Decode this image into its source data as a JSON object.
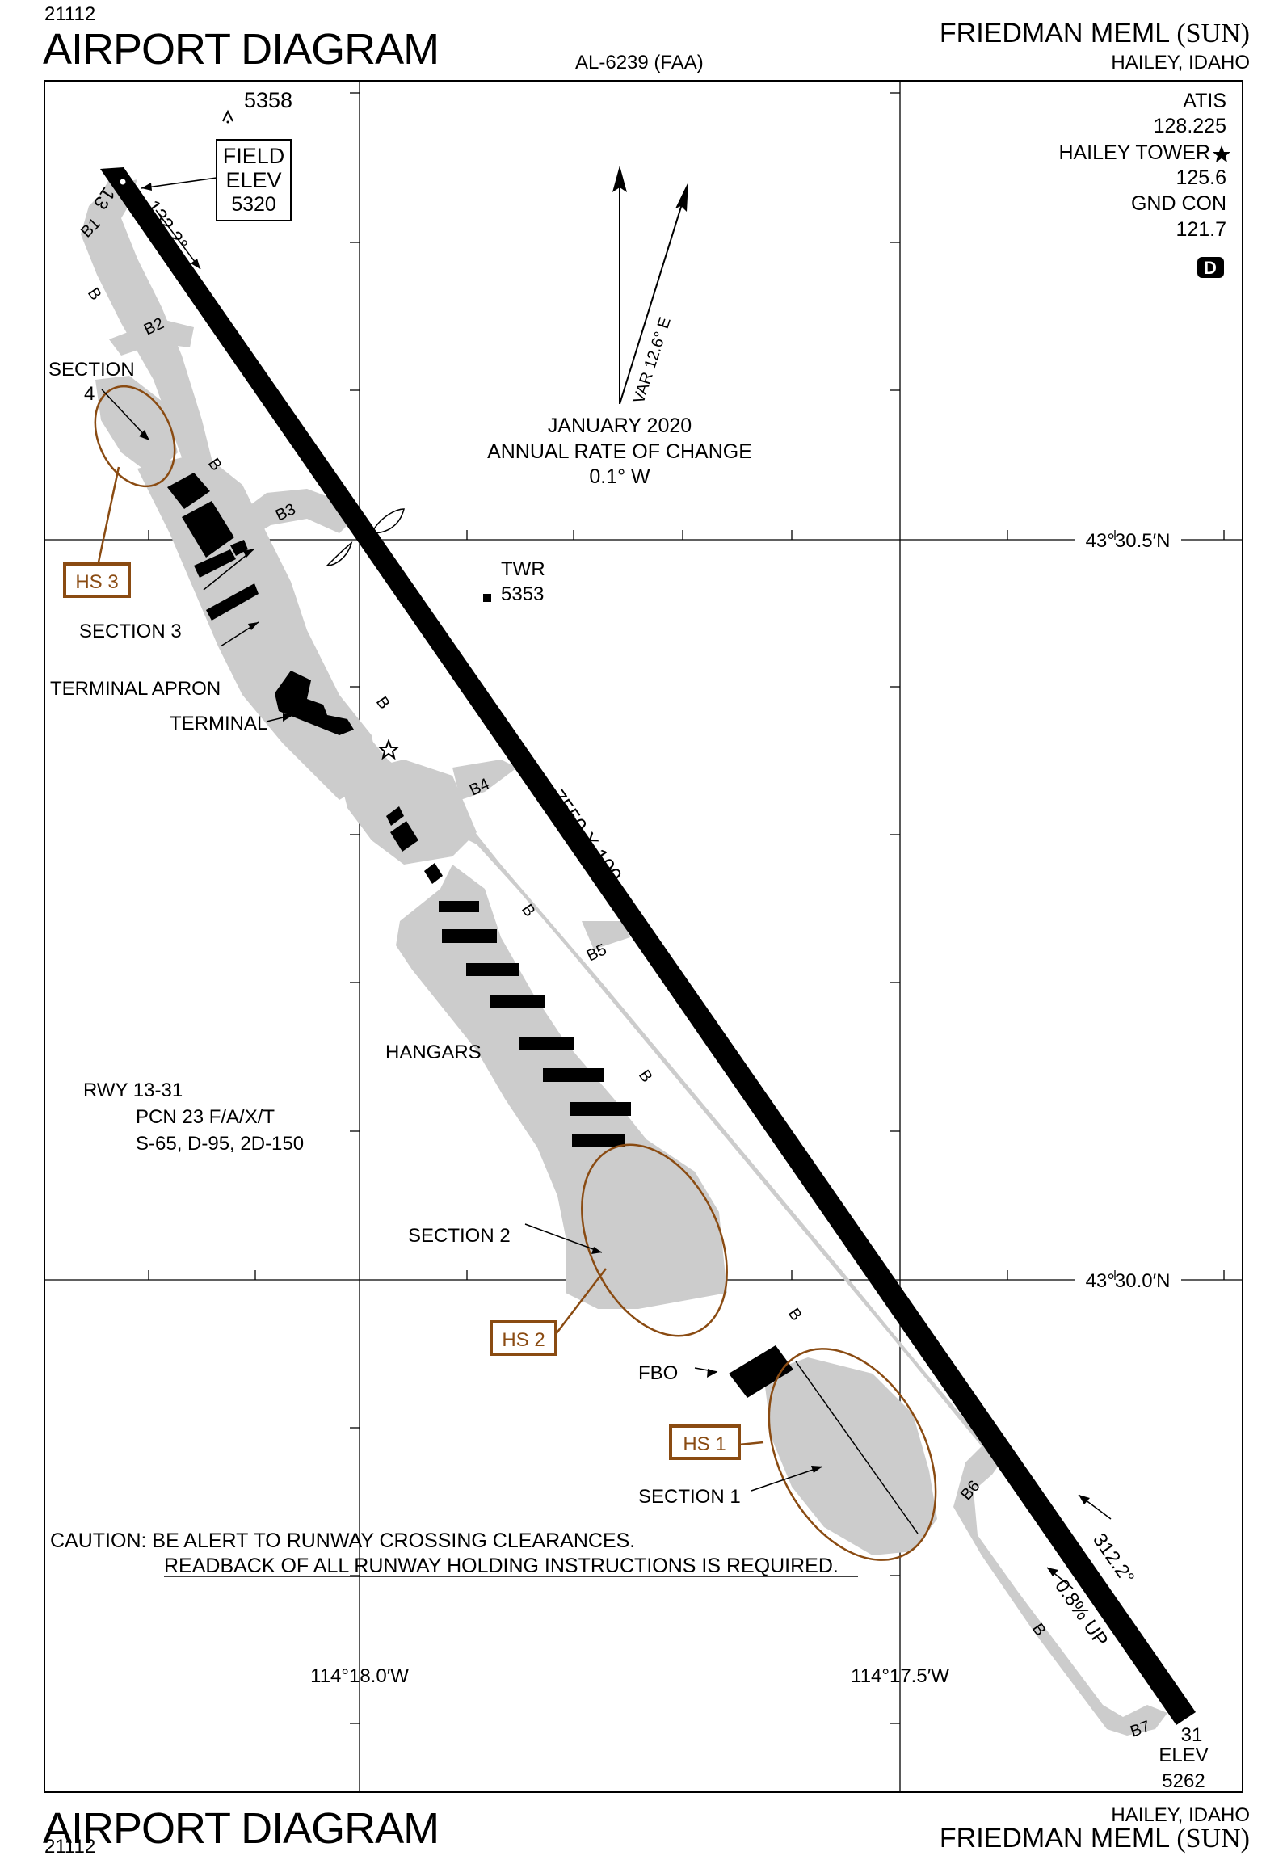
{
  "header": {
    "code": "21112",
    "title": "AIRPORT DIAGRAM",
    "airport_name": "FRIEDMAN MEML",
    "airport_id": "(SUN)",
    "city_state": "HAILEY, IDAHO",
    "procedure_id": "AL-6239 (FAA)"
  },
  "footer": {
    "code": "21112",
    "title": "AIRPORT DIAGRAM",
    "airport_name": "FRIEDMAN MEML",
    "airport_id": "(SUN)",
    "city_state": "HAILEY, IDAHO"
  },
  "frequencies": {
    "atis_label": "ATIS",
    "atis_freq": "128.225",
    "tower_label": "HAILEY TOWER",
    "tower_freq": "125.6",
    "gnd_label": "GND CON",
    "gnd_freq": "121.7",
    "badge": "D"
  },
  "obstacle": {
    "elevation": "5358"
  },
  "field_elev": {
    "line1": "FIELD",
    "line2": "ELEV",
    "value": "5320"
  },
  "magnetic": {
    "variation": "VAR 12.6° E",
    "date": "JANUARY 2020",
    "rate_label": "ANNUAL RATE OF CHANGE",
    "rate": "0.1° W"
  },
  "runway": {
    "end_13": "13",
    "end_31": "31",
    "heading_13": "132.2°",
    "heading_31": "312.2°",
    "dimensions": "7550 X 100",
    "gradient": "0.8% UP",
    "elev_label": "ELEV",
    "elev_31": "5262",
    "info_line1": "RWY 13-31",
    "info_line2": "PCN 23 F/A/X/T",
    "info_line3": "S-65, D-95, 2D-150"
  },
  "taxiways": {
    "b1": "B1",
    "b2": "B2",
    "b3": "B3",
    "b4": "B4",
    "b5": "B5",
    "b6": "B6",
    "b7": "B7",
    "b": "B"
  },
  "labels": {
    "twr": "TWR",
    "twr_elev": "5353",
    "section1": "SECTION 1",
    "section2": "SECTION 2",
    "section3": "SECTION 3",
    "section4_line1": "SECTION",
    "section4_line2": "4",
    "terminal_apron": "TERMINAL APRON",
    "terminal": "TERMINAL",
    "hangars": "HANGARS",
    "fbo": "FBO"
  },
  "hotspots": {
    "hs1": "HS 1",
    "hs2": "HS 2",
    "hs3": "HS 3"
  },
  "coords": {
    "lat_north": "43°30.5′N",
    "lat_south": "43°30.0′N",
    "lon_west": "114°18.0′W",
    "lon_east": "114°17.5′W"
  },
  "caution": {
    "line1": "CAUTION: BE ALERT TO RUNWAY CROSSING CLEARANCES.",
    "line2": "READBACK OF ALL RUNWAY HOLDING INSTRUCTIONS IS REQUIRED."
  },
  "colors": {
    "taxiway": "#cccccc",
    "runway": "#000000",
    "hotspot": "#8a4b12"
  }
}
